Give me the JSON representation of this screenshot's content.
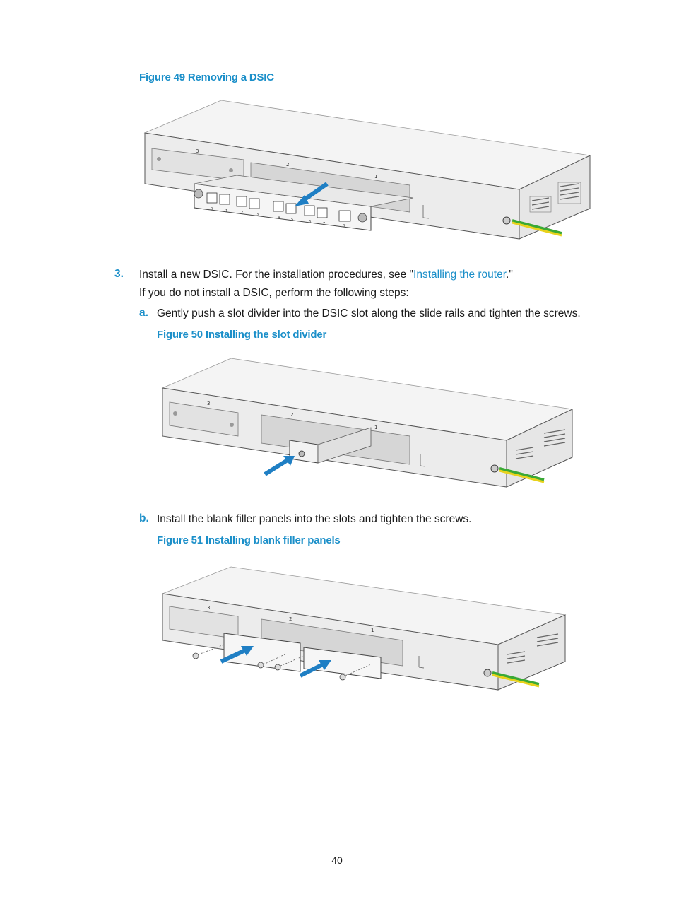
{
  "figure49": {
    "caption": "Figure 49 Removing a DSIC",
    "slot_labels": [
      "3",
      "2",
      "1"
    ],
    "port_numbers": [
      "0",
      "1",
      "2",
      "3",
      "4",
      "5",
      "6",
      "7",
      "8"
    ]
  },
  "step3": {
    "number": "3.",
    "text_before_link": "Install a new DSIC. For the installation procedures, see \"",
    "link_text": "Installing the router",
    "text_after_link": ".\"",
    "subtext": "If you do not install a DSIC, perform the following steps:"
  },
  "step_a": {
    "marker": "a.",
    "text": "Gently push a slot divider into the DSIC slot along the slide rails and tighten the screws."
  },
  "figure50": {
    "caption": "Figure 50 Installing the slot divider",
    "slot_labels": [
      "3",
      "2",
      "1"
    ]
  },
  "step_b": {
    "marker": "b.",
    "text": "Install the blank filler panels into the slots and tighten the screws."
  },
  "figure51": {
    "caption": "Figure 51 Installing blank filler panels",
    "slot_labels": [
      "3",
      "2",
      "1"
    ]
  },
  "page_number": "40",
  "colors": {
    "accent": "#1b8fc9",
    "arrow_blue": "#1f7fc4",
    "ground_green": "#3aa935",
    "ground_yellow": "#e8d21c"
  }
}
